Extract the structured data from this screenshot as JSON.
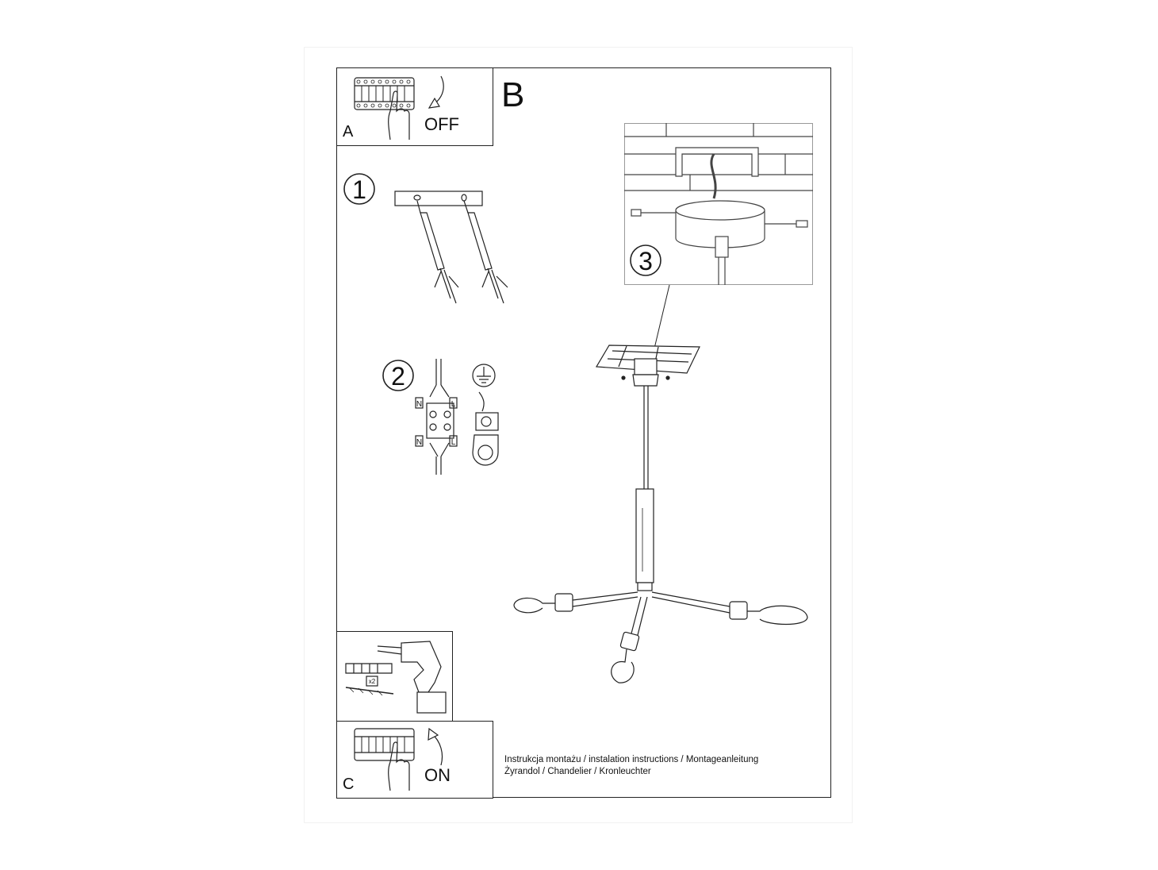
{
  "panels": {
    "a": {
      "letter": "A",
      "switch_text": "OFF"
    },
    "b": {
      "letter": "B"
    },
    "c": {
      "letter": "C",
      "switch_text": "ON"
    }
  },
  "steps": {
    "s1": "1",
    "s2": "2",
    "s3": "3"
  },
  "wiring": {
    "neutral": "N",
    "live": "L"
  },
  "tools": {
    "quantity": "x2"
  },
  "footer": {
    "line1": "Instrukcja montażu / instalation instructions / Montageanleitung",
    "line2": "Żyrandol / Chandelier / Kronleuchter"
  },
  "colors": {
    "line": "#222222",
    "background": "#ffffff"
  }
}
